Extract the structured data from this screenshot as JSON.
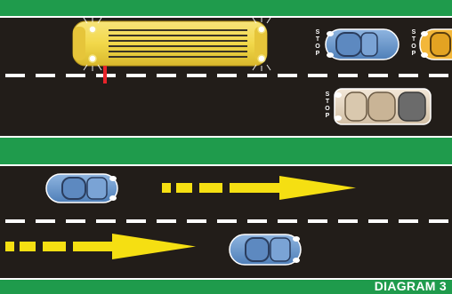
{
  "caption": "DIAGRAM 3",
  "stop_letters": [
    "S",
    "T",
    "O",
    "P"
  ],
  "colors": {
    "grass": "#1f9b4c",
    "road": "#221d19",
    "lane_line": "#ffffff",
    "school_bus": "#f2d84a",
    "stop_arm": "#e8232a",
    "car_blue": "#6f9bd0",
    "car_cream": "#e7d8c3",
    "car_orange": "#f3b73a",
    "arrow": "#f5df12"
  }
}
